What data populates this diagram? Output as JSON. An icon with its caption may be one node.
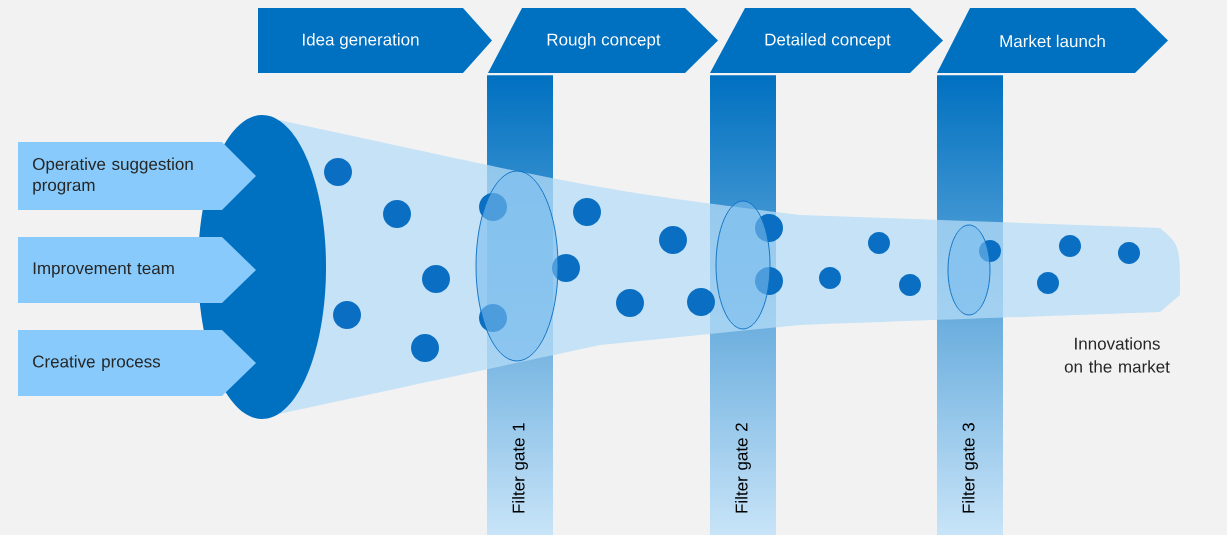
{
  "diagram": {
    "nodes": [
      {
        "text": [
          "Idea generation"
        ]
      },
      {
        "text": [
          "Rough concept"
        ]
      },
      {
        "text": [
          "Detailed concept"
        ]
      },
      {
        "text": [
          "Market launch"
        ]
      },
      {
        "text": [
          "Operative suggestion program"
        ]
      },
      {
        "text": [
          "Improvement team"
        ]
      },
      {
        "text": [
          "Creative process"
        ]
      },
      {
        "text": [
          "Filter gate 1"
        ]
      },
      {
        "text": [
          "Filter gate 2"
        ]
      },
      {
        "text": [
          "Filter gate 3"
        ]
      }
    ],
    "labels": [
      "Innovations on the market"
    ]
  }
}
